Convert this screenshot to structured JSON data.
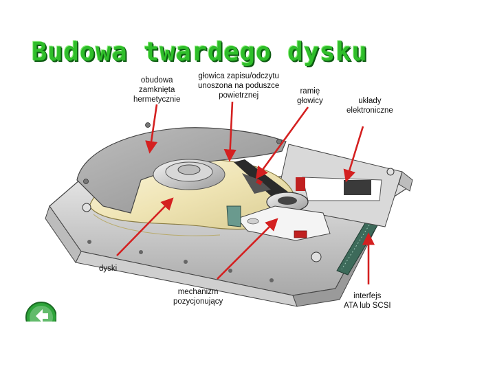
{
  "title": "Budowa twardego dysku",
  "labels": {
    "obudowa": [
      "obudowa",
      "zamknięta",
      "hermetycznie"
    ],
    "glowica": [
      "głowica zapisu/odczytu",
      "unoszona na poduszce",
      "powietrznej"
    ],
    "ramie": [
      "ramię",
      "głowicy"
    ],
    "uklady": [
      "układy",
      "elektroniczne"
    ],
    "dyski": [
      "dyski"
    ],
    "mechanizm": [
      "mechanizm",
      "pozycjonujący"
    ],
    "interfejs": [
      "interfejs",
      "ATA lub SCSI"
    ]
  },
  "colors": {
    "title": "#2fbe2a",
    "arrow": "#d42020",
    "platter": "#f3ebc6",
    "cover": "#a6a6a6",
    "nav": "#2ea43a"
  },
  "icons": {
    "nav": "arrow-left-icon"
  }
}
